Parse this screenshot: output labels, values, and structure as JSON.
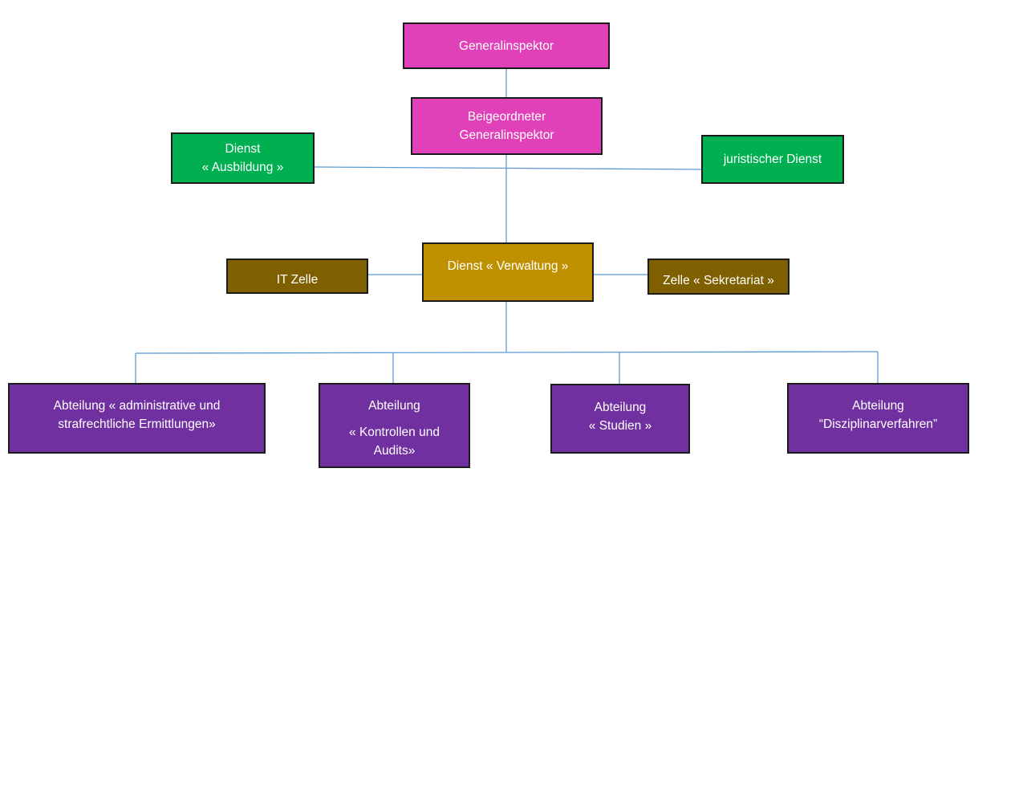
{
  "colors": {
    "magenta": "#e040b8",
    "green": "#00b050",
    "gold": "#bf9000",
    "olive": "#7f6000",
    "purple": "#7030a0",
    "connector": "#5b9bd5"
  },
  "nodes": {
    "generalinspektor": {
      "lines": [
        "Generalinspektor"
      ]
    },
    "beigeordneter": {
      "lines": [
        "Beigeordneter",
        "Generalinspektor"
      ]
    },
    "dienst_ausbildung": {
      "lines": [
        "Dienst",
        "« Ausbildung »"
      ]
    },
    "juristischer_dienst": {
      "lines": [
        "juristischer Dienst"
      ]
    },
    "dienst_verwaltung": {
      "lines": [
        "Dienst « Verwaltung »"
      ]
    },
    "it_zelle": {
      "lines": [
        "IT Zelle"
      ]
    },
    "zelle_sekretariat": {
      "lines": [
        "Zelle « Sekretariat »"
      ]
    },
    "abt_ermittlungen": {
      "lines": [
        "Abteilung « administrative und",
        "strafrechtliche Ermittlungen»"
      ]
    },
    "abt_kontrollen": {
      "lines": [
        "Abteilung",
        "« Kontrollen und",
        "Audits»"
      ]
    },
    "abt_studien": {
      "lines": [
        "Abteilung",
        "« Studien »"
      ]
    },
    "abt_disziplinar": {
      "lines": [
        "Abteilung",
        "“Disziplinarverfahren”"
      ]
    }
  }
}
